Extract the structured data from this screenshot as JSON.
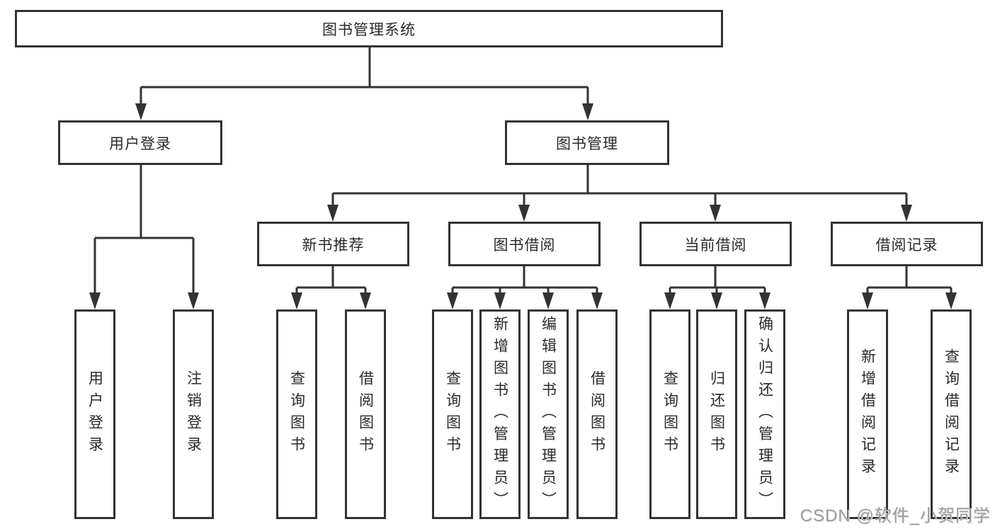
{
  "diagram": {
    "root": {
      "label": "图书管理系统"
    },
    "level2": [
      {
        "label": "用户登录"
      },
      {
        "label": "图书管理"
      }
    ],
    "level3": [
      {
        "label": "新书推荐"
      },
      {
        "label": "图书借阅"
      },
      {
        "label": "当前借阅"
      },
      {
        "label": "借阅记录"
      }
    ],
    "leaves": {
      "user_login": [
        {
          "label": "用户登录"
        },
        {
          "label": "注销登录"
        }
      ],
      "new_book": [
        {
          "label": "查询图书"
        },
        {
          "label": "借阅图书"
        }
      ],
      "borrow": [
        {
          "label": "查询图书"
        },
        {
          "label": "新增图书（管理员）"
        },
        {
          "label": "编辑图书（管理员）"
        },
        {
          "label": "借阅图书"
        }
      ],
      "current": [
        {
          "label": "查询图书"
        },
        {
          "label": "归还图书"
        },
        {
          "label": "确认归还（管理员）"
        }
      ],
      "records": [
        {
          "label": "新增借阅记录"
        },
        {
          "label": "查询借阅记录"
        }
      ]
    },
    "watermark": "CSDN @软件_小贺同学",
    "colors": {
      "line": "#333333",
      "box_border": "#333333",
      "text": "#2a2a2a",
      "watermark_text": "#9e9e9e",
      "background": "#ffffff"
    }
  }
}
